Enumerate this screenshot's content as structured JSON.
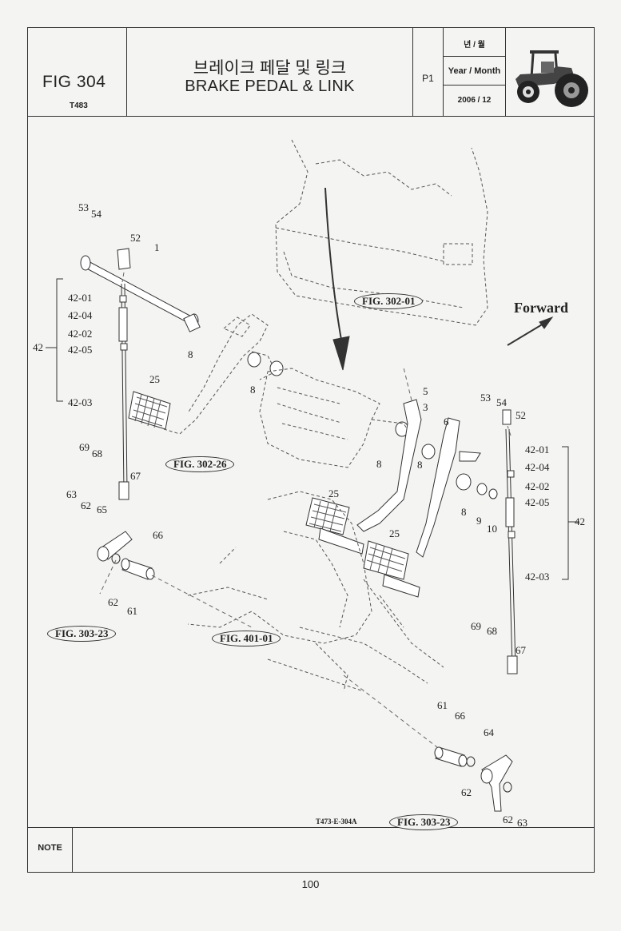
{
  "header": {
    "fig_no": "FIG 304",
    "fig_code": "T483",
    "title_ko": "브레이크 페달 및 링크",
    "title_en": "BRAKE PEDAL & LINK",
    "page_label": "P1",
    "date_ko": "년 / 월",
    "date_en": "Year / Month",
    "date_value": "2006 / 12"
  },
  "diagram": {
    "forward": "Forward",
    "drawing_code": "T473-E-304A",
    "refs": {
      "fig_302_01": "FIG. 302-01",
      "fig_302_26": "FIG. 302-26",
      "fig_303_23_left": "FIG. 303-23",
      "fig_401_01": "FIG. 401-01",
      "fig_303_23_right": "FIG. 303-23"
    },
    "left_labels": [
      "53",
      "54",
      "52",
      "1",
      "42-01",
      "42-04",
      "42-02",
      "42-05",
      "42",
      "8",
      "25",
      "42-03",
      "69",
      "68",
      "67",
      "63",
      "62",
      "65",
      "66",
      "62",
      "61",
      "8",
      "8"
    ],
    "right_labels": [
      "5",
      "3",
      "53",
      "54",
      "52",
      "6",
      "8",
      "8",
      "8",
      "9",
      "10",
      "42-01",
      "42-04",
      "42-02",
      "42-05",
      "42",
      "42-03",
      "25",
      "25",
      "69",
      "68",
      "67",
      "61",
      "66",
      "64",
      "62",
      "62",
      "63"
    ]
  },
  "note": {
    "label": "NOTE"
  },
  "page_number": "100"
}
